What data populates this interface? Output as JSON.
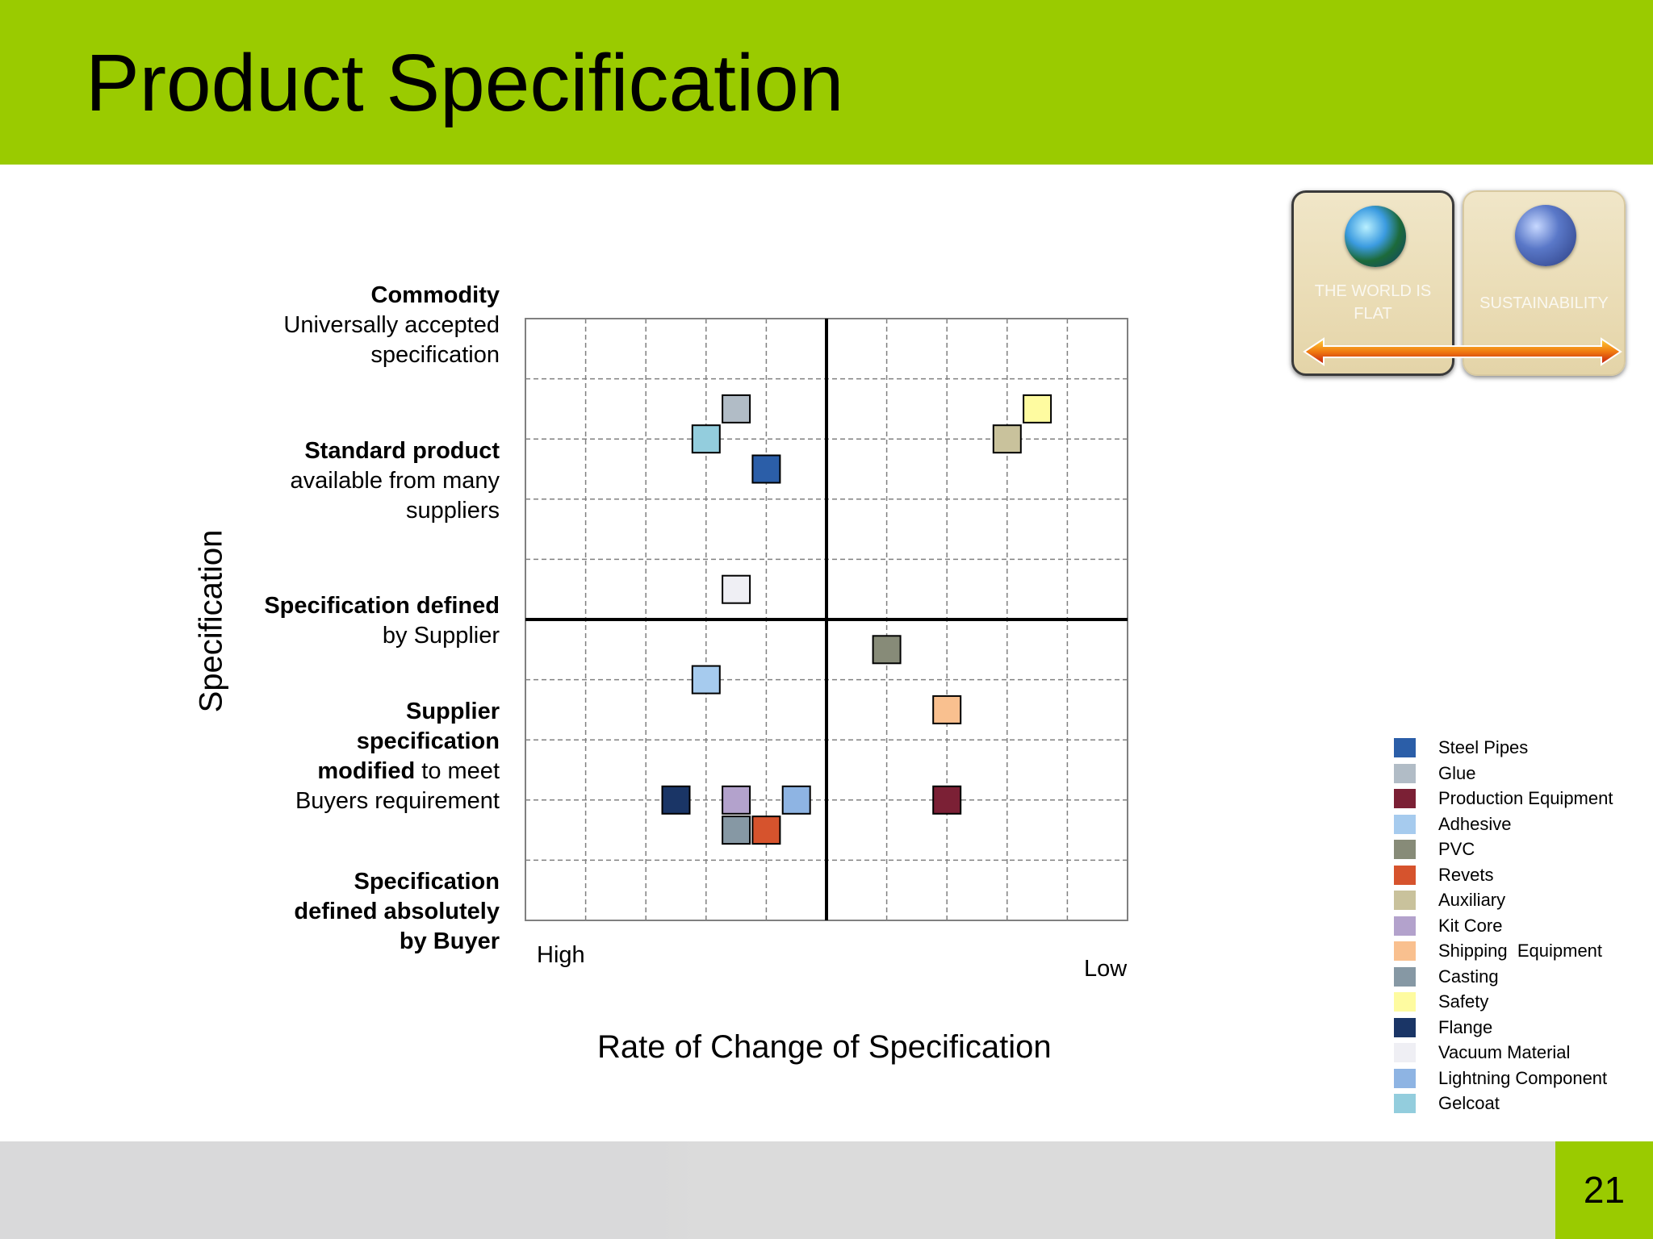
{
  "slide": {
    "title": "Product Specification",
    "page_number": "21",
    "header_color": "#9acb00"
  },
  "badge": {
    "left_label": "THE WORLD IS FLAT",
    "right_label": "SUSTAINABILITY",
    "left_icon": "globe-hands-icon",
    "right_icon": "wind-turbine-icon"
  },
  "y_levels": [
    {
      "bold": "Commodity",
      "rest": "Universally accepted specification"
    },
    {
      "bold": "Standard product",
      "rest": "available from many suppliers"
    },
    {
      "bold": "Specification defined",
      "rest": "by Supplier"
    },
    {
      "bold": "Supplier specification modified",
      "rest": "to meet Buyers requirement"
    },
    {
      "bold": "Specification defined absolutely by Buyer",
      "rest": ""
    }
  ],
  "chart_data": {
    "type": "scatter",
    "xlabel": "Rate of Change of Specification",
    "ylabel": "Specification",
    "x_ends": {
      "left": "High",
      "right": "Low"
    },
    "xlim": [
      0,
      10
    ],
    "ylim": [
      0,
      10
    ],
    "grid": true,
    "quadrant_dividers": {
      "x": 5,
      "y": 5
    },
    "legend_position": "bottom-right",
    "series": [
      {
        "name": "Steel Pipes",
        "color": "#2b5ea8",
        "x": 4.0,
        "y": 7.5
      },
      {
        "name": "Glue",
        "color": "#b1bcc6",
        "x": 3.5,
        "y": 8.5
      },
      {
        "name": "Production Equipment",
        "color": "#7b2035",
        "x": 7.0,
        "y": 2.0
      },
      {
        "name": "Adhesive",
        "color": "#a6cbee",
        "x": 3.0,
        "y": 4.0
      },
      {
        "name": "PVC",
        "color": "#878b78",
        "x": 6.0,
        "y": 4.5
      },
      {
        "name": "Revets",
        "color": "#d6532d",
        "x": 4.0,
        "y": 1.5
      },
      {
        "name": "Auxiliary",
        "color": "#c9c29c",
        "x": 8.0,
        "y": 8.0
      },
      {
        "name": "Kit Core",
        "color": "#b3a2cc",
        "x": 3.5,
        "y": 2.0
      },
      {
        "name": "Shipping  Equipment",
        "color": "#f9c08f",
        "x": 7.0,
        "y": 3.5
      },
      {
        "name": "Casting",
        "color": "#8698a4",
        "x": 3.5,
        "y": 1.5
      },
      {
        "name": "Safety",
        "color": "#fefba0",
        "x": 8.5,
        "y": 8.5
      },
      {
        "name": "Flange",
        "color": "#1a3566",
        "x": 2.5,
        "y": 2.0
      },
      {
        "name": "Vacuum Material",
        "color": "#efeff4",
        "x": 3.5,
        "y": 5.5
      },
      {
        "name": "Lightning Component",
        "color": "#8eb4e3",
        "x": 4.5,
        "y": 2.0
      },
      {
        "name": "Gelcoat",
        "color": "#93cddd",
        "x": 3.0,
        "y": 8.0
      }
    ]
  }
}
